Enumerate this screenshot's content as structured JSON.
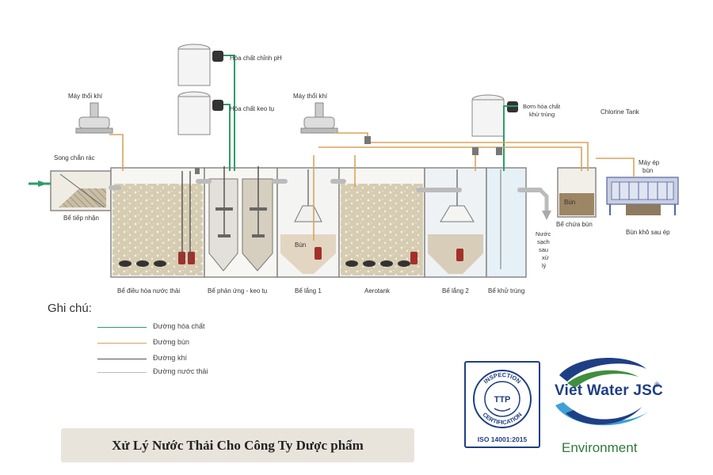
{
  "diagram": {
    "labels": {
      "chem_ph": "Hóa chất chỉnh pH",
      "chem_coag": "Hóa chất keo tụ",
      "blower_1": "Máy thổi khí",
      "blower_2": "Máy thổi khí",
      "screen": "Song chắn rác",
      "pump_disinfect_1": "Bơm hóa chất",
      "pump_disinfect_2": "khử trùng",
      "chlorine_tank": "Chlorine Tank",
      "press_1": "Máy ép",
      "press_2": "bùn",
      "sludge_in_tank": "Bùn",
      "sludge_settler": "Bùn",
      "clean_water": [
        "Nước",
        "sạch",
        "sau",
        "xử",
        "lý"
      ],
      "tank_receive": "Bể tiếp nhận",
      "tank_equalize": "Bể điều hòa nước thải",
      "tank_react": "Bể phản ứng - keo tụ",
      "tank_settle1": "Bể lắng 1",
      "tank_aerotank": "Aerotank",
      "tank_settle2": "Bể lắng 2",
      "tank_disinfect": "Bể khử trùng",
      "tank_sludge": "Bể chứa bùn",
      "dry_sludge": "Bùn khô sau ép"
    },
    "colors": {
      "chemical_line": "#2e9c69",
      "sludge_line": "#d9a35c",
      "air_line": "#555555",
      "wastewater_line": "#bbbbbb"
    }
  },
  "legend": {
    "title": "Ghi chú:",
    "items": [
      {
        "label": "Đường hóa chất",
        "color": "#2e9c69"
      },
      {
        "label": "Đường bùn",
        "color": "#d9a35c"
      },
      {
        "label": "Đường khí",
        "color": "#555555"
      },
      {
        "label": "Đường nước thải",
        "color": "#bbbbbb"
      }
    ]
  },
  "caption": "Xử Lý Nước Thải Cho Công Ty Dược phẩm",
  "certification": {
    "top_text": "INSPECTION",
    "bottom_text": "CERTIFICATION",
    "center": "TTP",
    "standard": "ISO 14001:2015"
  },
  "logo": {
    "name": "Viet Water JSC",
    "registered": "®",
    "subtitle": "Environment"
  }
}
